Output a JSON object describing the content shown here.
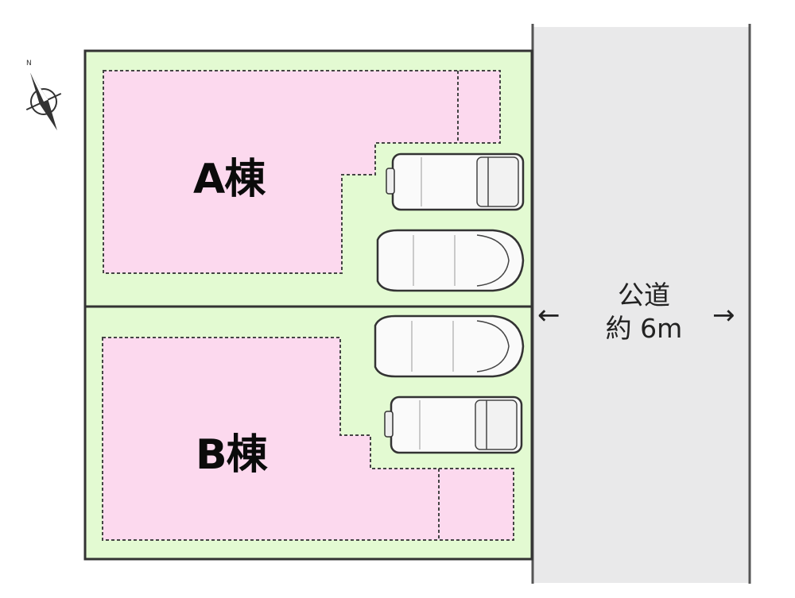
{
  "units": {
    "a": {
      "label": "A棟"
    },
    "b": {
      "label": "B棟"
    }
  },
  "road": {
    "name": "公道",
    "width": "約 6m",
    "arrow_left": "←",
    "arrow_right": "→"
  },
  "compass": {
    "north": "N"
  },
  "colors": {
    "lot": "#e3fad2",
    "house": "#fcd9ee",
    "road": "#e9e9ea",
    "outline": "#333333"
  }
}
